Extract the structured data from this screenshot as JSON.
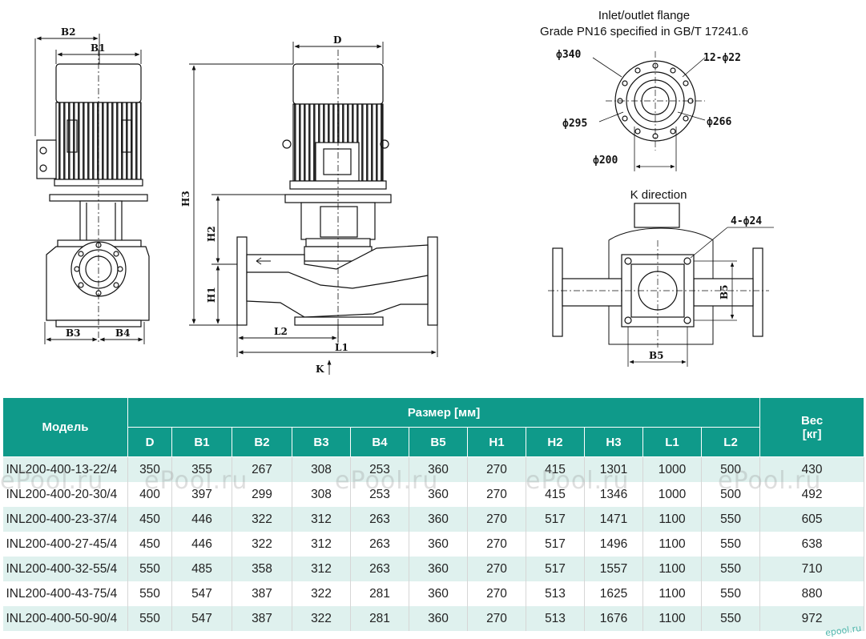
{
  "drawing": {
    "flange_title_line1": "Inlet/outlet flange",
    "flange_title_line2": "Grade PN16 specified in GB/T 17241.6",
    "k_direction_label": "K direction",
    "k_arrow_label": "K",
    "flange_dims": {
      "outer": "ф340",
      "bolts": "12-ф22",
      "pcd": "ф295",
      "raised_face": "ф266",
      "bore": "ф200"
    },
    "base_holes": "4-ф24",
    "dim_labels": {
      "B1": "B1",
      "B2": "B2",
      "B3": "B3",
      "B4": "B4",
      "B5": "B5",
      "D": "D",
      "H1": "H1",
      "H2": "H2",
      "H3": "H3",
      "L1": "L1",
      "L2": "L2"
    }
  },
  "table": {
    "model_header": "Модель",
    "size_header": "Размер [мм]",
    "weight_header_line1": "Вес",
    "weight_header_line2": "[кг]",
    "columns": [
      "D",
      "B1",
      "B2",
      "B3",
      "B4",
      "B5",
      "H1",
      "H2",
      "H3",
      "L1",
      "L2"
    ],
    "rows": [
      {
        "model": "INL200-400-13-22/4",
        "values": [
          "350",
          "355",
          "267",
          "308",
          "253",
          "360",
          "270",
          "415",
          "1301",
          "1000",
          "500"
        ],
        "weight": "430"
      },
      {
        "model": "INL200-400-20-30/4",
        "values": [
          "400",
          "397",
          "299",
          "308",
          "253",
          "360",
          "270",
          "415",
          "1346",
          "1000",
          "500"
        ],
        "weight": "492"
      },
      {
        "model": "INL200-400-23-37/4",
        "values": [
          "450",
          "446",
          "322",
          "312",
          "263",
          "360",
          "270",
          "517",
          "1471",
          "1100",
          "550"
        ],
        "weight": "605"
      },
      {
        "model": "INL200-400-27-45/4",
        "values": [
          "450",
          "446",
          "322",
          "312",
          "263",
          "360",
          "270",
          "517",
          "1496",
          "1100",
          "550"
        ],
        "weight": "638"
      },
      {
        "model": "INL200-400-32-55/4",
        "values": [
          "550",
          "485",
          "358",
          "312",
          "263",
          "360",
          "270",
          "517",
          "1557",
          "1100",
          "550"
        ],
        "weight": "710"
      },
      {
        "model": "INL200-400-43-75/4",
        "values": [
          "550",
          "547",
          "387",
          "322",
          "281",
          "360",
          "270",
          "513",
          "1625",
          "1100",
          "550"
        ],
        "weight": "880"
      },
      {
        "model": "INL200-400-50-90/4",
        "values": [
          "550",
          "547",
          "387",
          "322",
          "281",
          "360",
          "270",
          "513",
          "1676",
          "1100",
          "550"
        ],
        "weight": "972"
      }
    ]
  },
  "watermark": {
    "text": "ePool.ru",
    "corner": "epool.ru"
  }
}
